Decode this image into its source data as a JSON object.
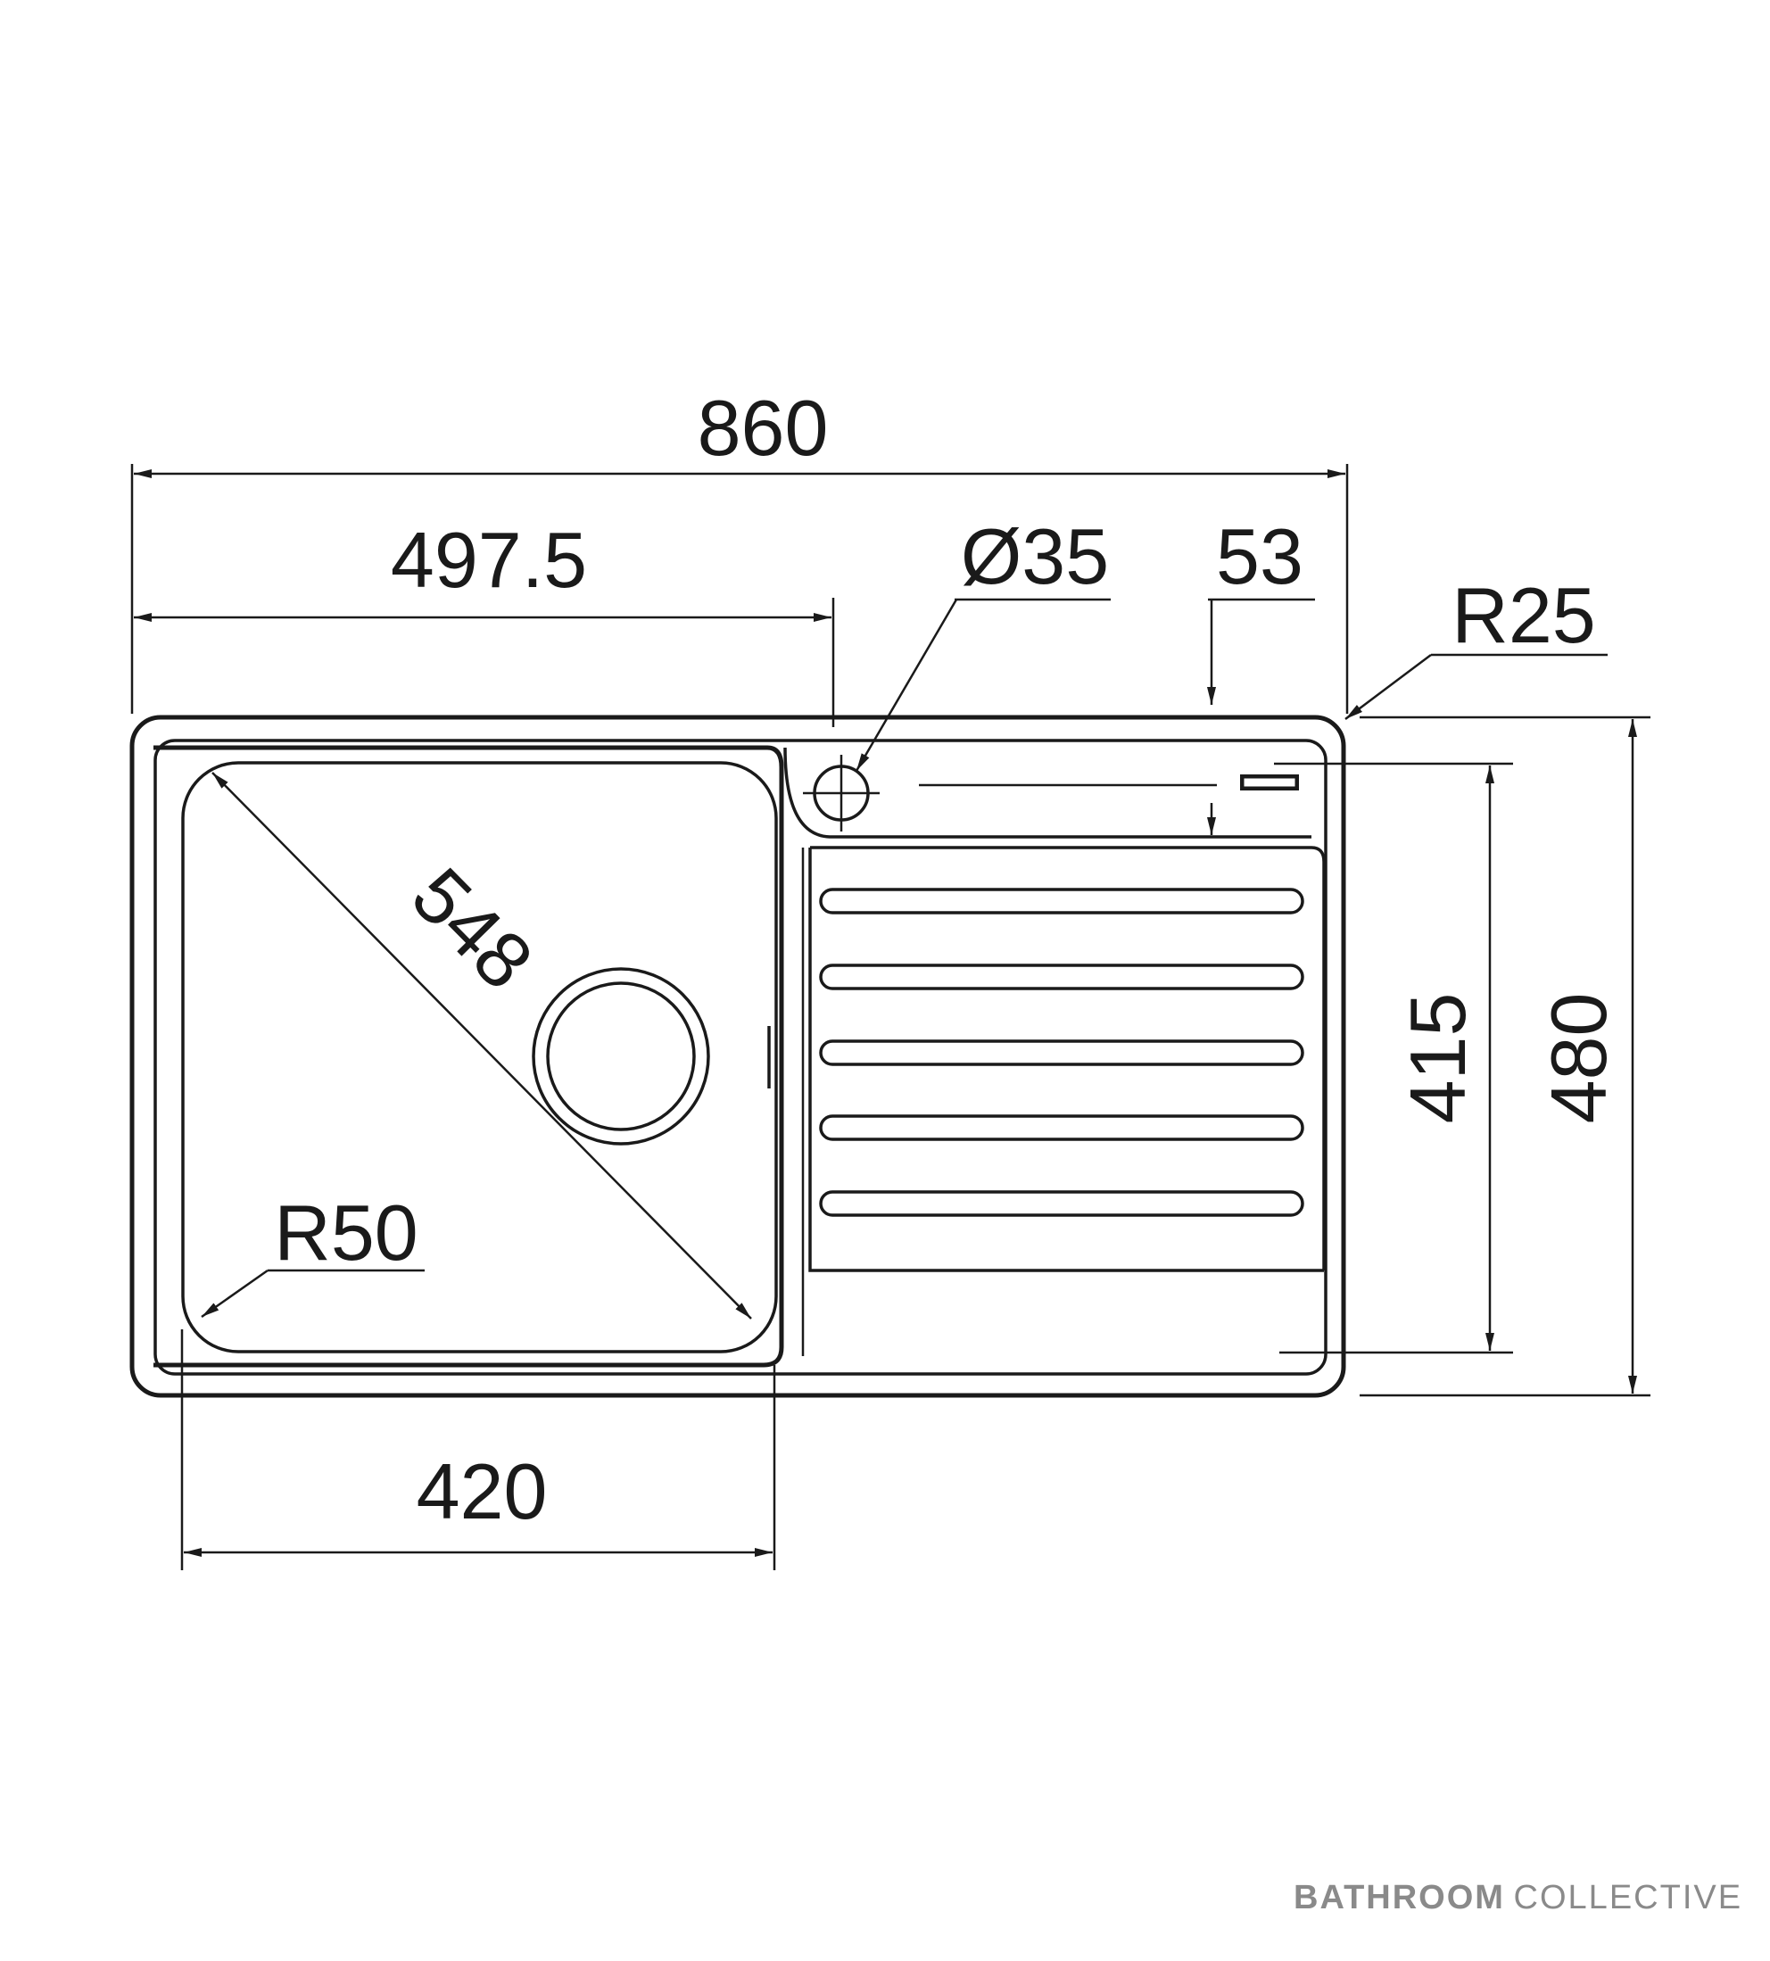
{
  "dimensions": {
    "overall_width": "860",
    "tap_hole_offset": "497.5",
    "tap_hole_diameter": "Ø35",
    "drainer_margin": "53",
    "corner_radius_outer": "R25",
    "bowl_diagonal": "548",
    "bowl_corner_radius": "R50",
    "bowl_width": "420",
    "inner_depth": "415",
    "overall_depth": "480"
  },
  "brand": {
    "bold": "BATHROOM",
    "light": "COLLECTIVE",
    "color": "#8a8a8a"
  },
  "colors": {
    "line": "#1a1a1a",
    "background": "#ffffff"
  }
}
